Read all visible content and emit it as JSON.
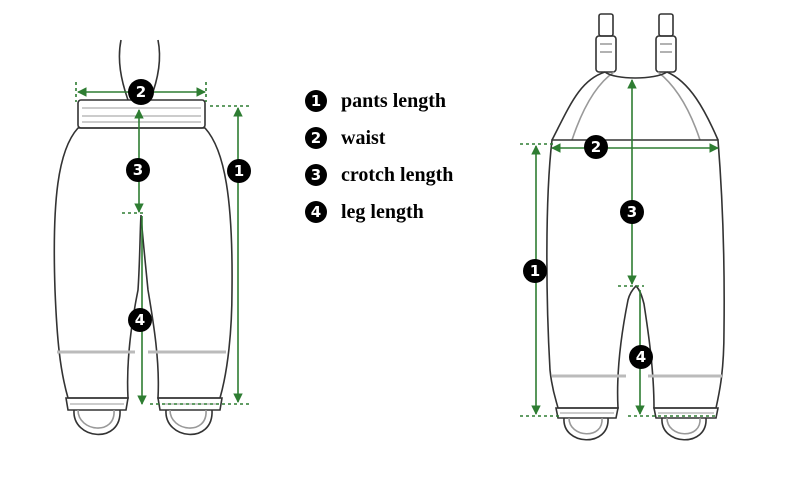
{
  "legend": {
    "items": [
      {
        "number": "1",
        "label": "pants length"
      },
      {
        "number": "2",
        "label": "waist"
      },
      {
        "number": "3",
        "label": "crotch length"
      },
      {
        "number": "4",
        "label": "leg length"
      }
    ]
  },
  "markers": {
    "one": "1",
    "two": "2",
    "three": "3",
    "four": "4"
  },
  "colors": {
    "measure_line": "#2e7d32",
    "outline": "#333333",
    "badge": "#000000"
  }
}
